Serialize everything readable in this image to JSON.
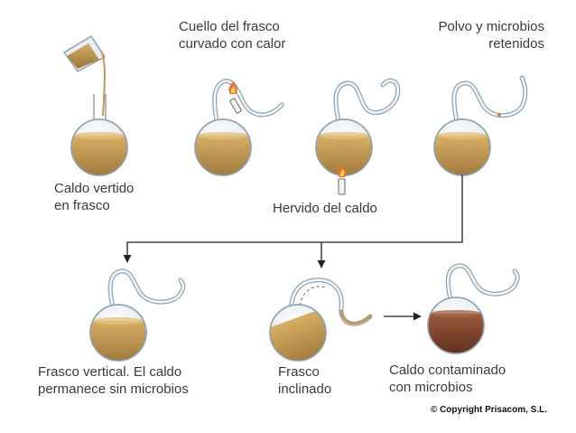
{
  "labels": {
    "step1": [
      "Caldo vertido",
      "en frasco"
    ],
    "step2": [
      "Cuello del frasco",
      "curvado con calor"
    ],
    "step3": [
      "Hervido del caldo"
    ],
    "step4": [
      "Polvo y microbios",
      "retenidos"
    ],
    "step5": [
      "Frasco vertical. El caldo",
      "permanece sin microbios"
    ],
    "step6": [
      "Frasco",
      "inclinado"
    ],
    "step7": [
      "Caldo contaminado",
      "con microbios"
    ]
  },
  "copyright": "© Copyright Prisacom, S.L.",
  "colors": {
    "glass_stroke": "#8fa2b1",
    "glass_fill": "#eef5fa",
    "broth": "#c4994e",
    "broth_dark": "#8a6a3a",
    "contaminated": "#7a3d2a",
    "dust": "#b98a3a",
    "arrow": "#222222",
    "flame": "#e8702a"
  }
}
